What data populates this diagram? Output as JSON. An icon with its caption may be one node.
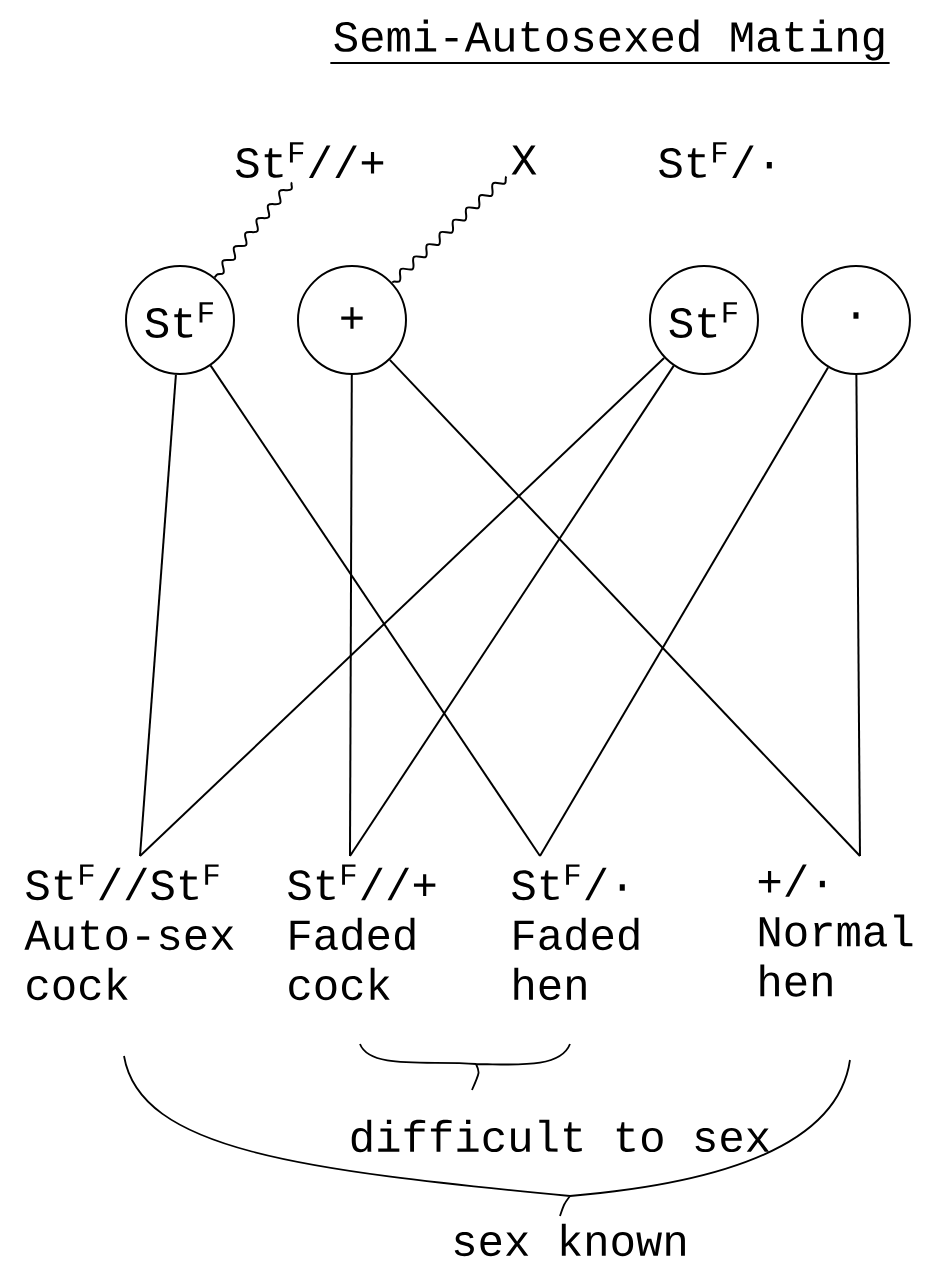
{
  "diagram": {
    "title": "Semi-Autosexed Mating",
    "nodes": [
      {
        "text": [
          "St$^{F}$//+"
        ]
      },
      {
        "text": [
          "X"
        ]
      },
      {
        "text": [
          "St$^{F}$"
        ]
      },
      {
        "text": [
          "+"
        ]
      },
      {
        "text": [
          "St$^{F}$"
        ]
      },
      {
        "text": [
          "·"
        ]
      },
      {
        "text": [
          "St$^{F}$//St$^{F}$",
          "Auto-sex cock"
        ]
      },
      {
        "text": [
          "St$^{F}$//+",
          "Faded cock"
        ]
      },
      {
        "text": [
          "St$^{F}$/·",
          "Faded hen"
        ]
      },
      {
        "text": [
          "+/·",
          "Normal hen"
        ]
      }
    ],
    "edges": [
      {
        "from": 0,
        "to": 2,
        "arrow": "none"
      },
      {
        "from": 1,
        "to": 3,
        "arrow": "none"
      },
      {
        "from": 2,
        "to": 6,
        "arrow": "none"
      },
      {
        "from": 2,
        "to": 8,
        "arrow": "none"
      },
      {
        "from": 3,
        "to": 7,
        "arrow": "none"
      },
      {
        "from": 3,
        "to": 9,
        "arrow": "none"
      },
      {
        "from": 4,
        "to": 6,
        "arrow": "none"
      },
      {
        "from": 4,
        "to": 7,
        "arrow": "none"
      },
      {
        "from": 5,
        "to": 8,
        "arrow": "none"
      },
      {
        "from": 5,
        "to": 9,
        "arrow": "none"
      }
    ],
    "labels": [
      "St$^{F}$/·",
      "difficult to sex",
      "sex known"
    ]
  }
}
